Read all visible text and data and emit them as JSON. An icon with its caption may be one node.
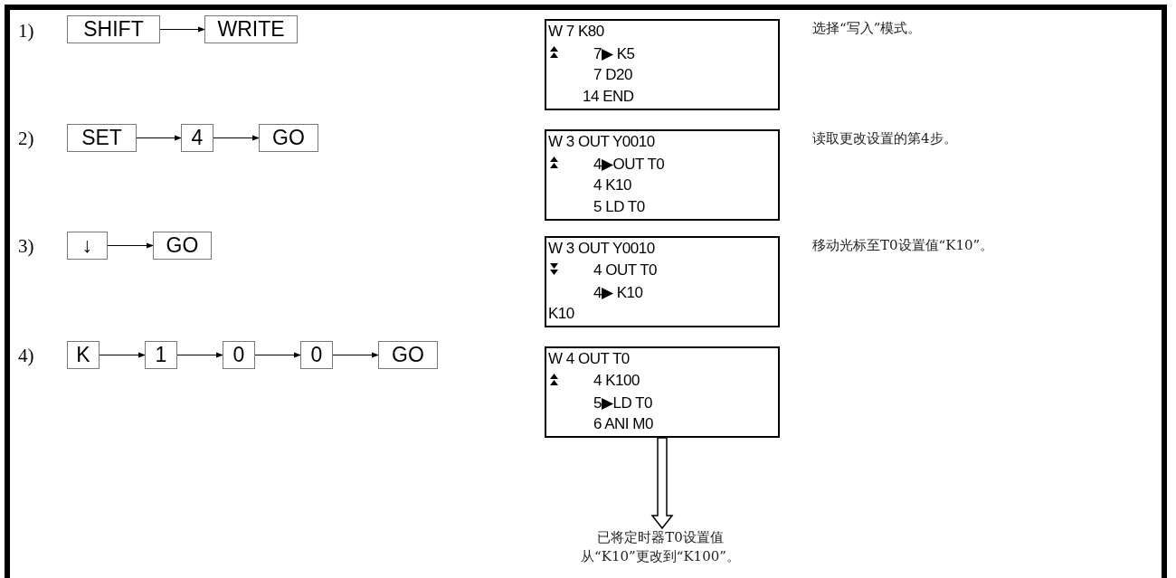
{
  "diagram": {
    "nodes": [
      {
        "text": [
          "SHIFT"
        ]
      },
      {
        "text": [
          "WRITE"
        ]
      },
      {
        "text": [
          "SET"
        ]
      },
      {
        "text": [
          "4"
        ]
      },
      {
        "text": [
          "GO"
        ]
      },
      {
        "text": [
          "↓"
        ]
      },
      {
        "text": [
          "GO"
        ]
      },
      {
        "text": [
          "K"
        ]
      },
      {
        "text": [
          "1"
        ]
      },
      {
        "text": [
          "0"
        ]
      },
      {
        "text": [
          "0"
        ]
      },
      {
        "text": [
          "GO"
        ]
      },
      {
        "text": [
          "W 7 K80",
          "7▶ K5",
          "7 D20",
          "14 END"
        ],
        "beside": [
          "选择“写入”模式。"
        ]
      },
      {
        "text": [
          "W 3 OUT Y0010",
          "4▶OUT T0",
          "4 K10",
          "5 LD T0"
        ],
        "beside": [
          "读取更改设置的第4步。"
        ]
      },
      {
        "text": [
          "W 3 OUT Y0010",
          "4 OUT T0",
          "4▶ K10",
          "K10"
        ],
        "beside": [
          "移动光标至T0设置值“K10”。"
        ]
      },
      {
        "text": [
          "W 4 OUT T0",
          "4 K100",
          "5▶LD T0",
          "6 ANI M0"
        ]
      },
      {
        "text": [
          "已将定时器T0设置值从“K10”更改到“K100”。"
        ]
      }
    ],
    "edges": [
      {
        "from": 0,
        "to": 1,
        "arrow": "to"
      },
      {
        "from": 2,
        "to": 3,
        "arrow": "to"
      },
      {
        "from": 3,
        "to": 4,
        "arrow": "to"
      },
      {
        "from": 5,
        "to": 6,
        "arrow": "to"
      },
      {
        "from": 7,
        "to": 8,
        "arrow": "to"
      },
      {
        "from": 8,
        "to": 9,
        "arrow": "to"
      },
      {
        "from": 9,
        "to": 10,
        "arrow": "to"
      },
      {
        "from": 10,
        "to": 11,
        "arrow": "to"
      },
      {
        "from": 15,
        "to": 16,
        "arrow": "to",
        "style": "thick"
      }
    ],
    "labels": [
      "1)",
      "2)",
      "3)",
      "4)"
    ]
  }
}
